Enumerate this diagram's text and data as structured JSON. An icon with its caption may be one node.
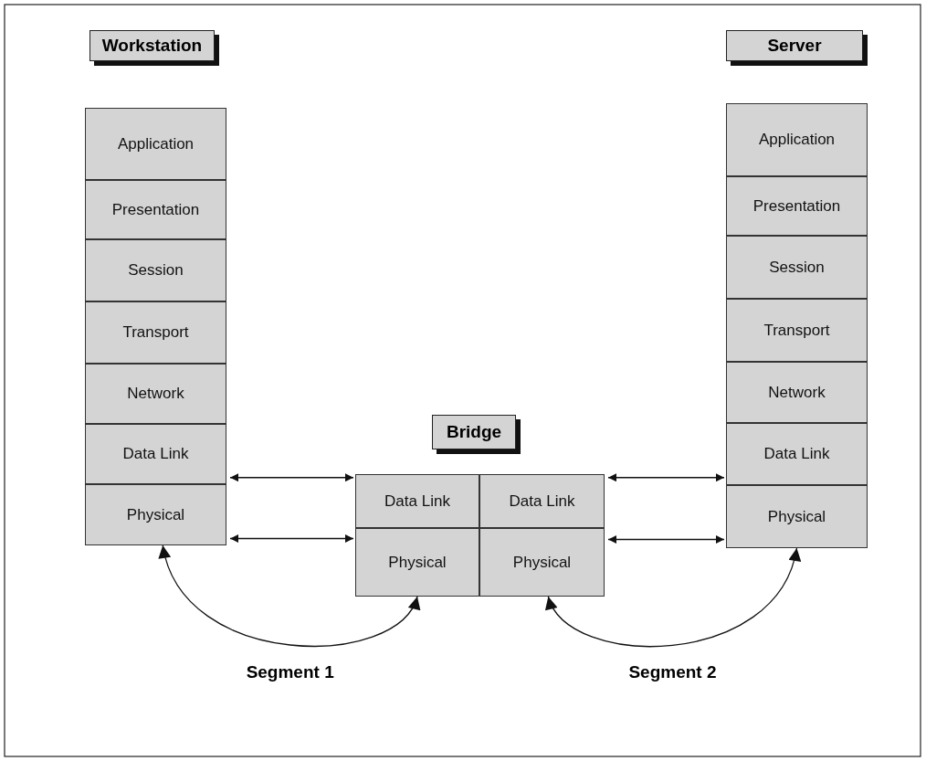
{
  "diagram": {
    "nodes": [
      {
        "text": [
          "Workstation"
        ]
      },
      {
        "text": [
          "Application"
        ]
      },
      {
        "text": [
          "Presentation"
        ]
      },
      {
        "text": [
          "Session"
        ]
      },
      {
        "text": [
          "Transport"
        ]
      },
      {
        "text": [
          "Network"
        ]
      },
      {
        "text": [
          "Data Link"
        ]
      },
      {
        "text": [
          "Physical"
        ]
      },
      {
        "text": [
          "Server"
        ]
      },
      {
        "text": [
          "Application"
        ]
      },
      {
        "text": [
          "Presentation"
        ]
      },
      {
        "text": [
          "Session"
        ]
      },
      {
        "text": [
          "Transport"
        ]
      },
      {
        "text": [
          "Network"
        ]
      },
      {
        "text": [
          "Data Link"
        ]
      },
      {
        "text": [
          "Physical"
        ]
      },
      {
        "text": [
          "Bridge"
        ]
      },
      {
        "text": [
          "Data Link"
        ]
      },
      {
        "text": [
          "Data Link"
        ]
      },
      {
        "text": [
          "Physical"
        ]
      },
      {
        "text": [
          "Physical"
        ]
      }
    ],
    "edges": [
      {
        "from": 6,
        "to": 17,
        "arrow": "both"
      },
      {
        "from": 7,
        "to": 19,
        "arrow": "both"
      },
      {
        "from": 18,
        "to": 14,
        "arrow": "both"
      },
      {
        "from": 20,
        "to": 15,
        "arrow": "both"
      },
      {
        "from": 7,
        "to": 19,
        "arrow": "both",
        "label": "Segment 1"
      },
      {
        "from": 20,
        "to": 15,
        "arrow": "both",
        "label": "Segment 2"
      }
    ]
  }
}
